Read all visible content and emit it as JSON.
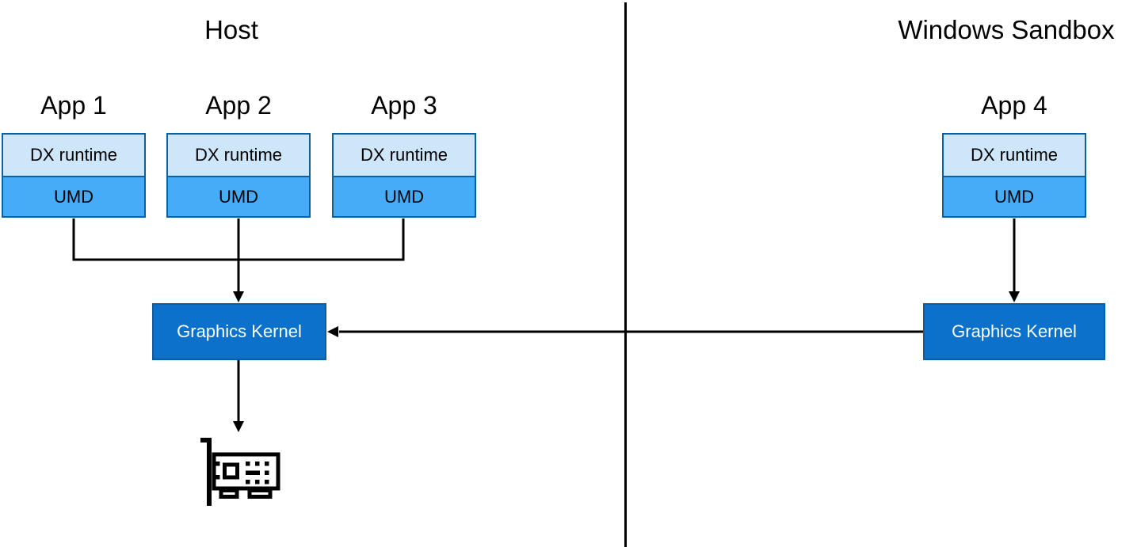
{
  "colors": {
    "dx_fill": "#cee6fa",
    "umd_fill": "#47acf7",
    "box_border": "#0d5f9d",
    "kernel_fill": "#0b71ca",
    "kernel_border": "#0a5ca3",
    "line": "#000000",
    "kernel_text": "#ffffff"
  },
  "host": {
    "title": "Host",
    "apps": [
      {
        "name": "App 1",
        "dx_label": "DX runtime",
        "umd_label": "UMD"
      },
      {
        "name": "App 2",
        "dx_label": "DX runtime",
        "umd_label": "UMD"
      },
      {
        "name": "App 3",
        "dx_label": "DX runtime",
        "umd_label": "UMD"
      }
    ],
    "kernel_label": "Graphics Kernel",
    "gpu_icon": "gpu-card-icon"
  },
  "sandbox": {
    "title": "Windows Sandbox",
    "app": {
      "name": "App 4",
      "dx_label": "DX runtime",
      "umd_label": "UMD"
    },
    "kernel_label": "Graphics Kernel"
  }
}
